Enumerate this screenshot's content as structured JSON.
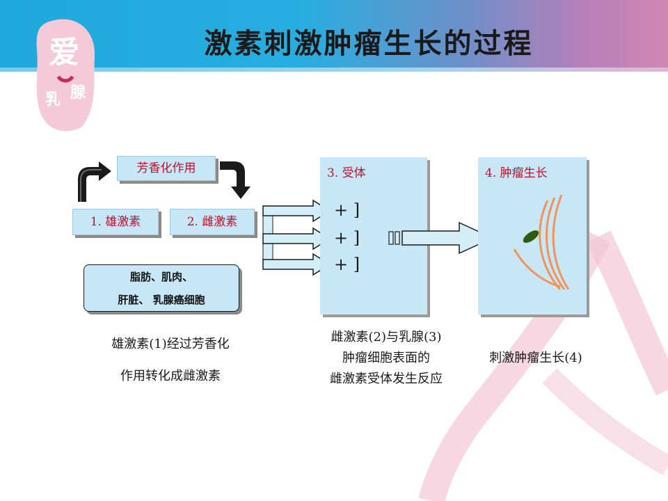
{
  "slide": {
    "title": "激素刺激肿瘤生长的过程",
    "logo": {
      "text_top": "爱",
      "text_bottom_left": "乳",
      "text_bottom_right": "腺"
    }
  },
  "diagram": {
    "process_label": "芳香化作用",
    "step1": "1. 雄激素",
    "step2": "2. 雌激素",
    "organs_line1": "脂肪、肌肉、",
    "organs_line2": "肝脏、 乳腺癌细胞",
    "receptor_title": "3. 受体",
    "receptor_symbols": [
      "+ ]",
      "+ ]",
      "+ ]"
    ],
    "tumor_title": "4. 肿瘤生长"
  },
  "captions": {
    "left_line1": "雄激素(1)经过芳香化",
    "left_line2": "作用转化成雌激素",
    "middle_line1": "雌激素(2)与乳腺(3)",
    "middle_line2": "肿瘤细胞表面的",
    "middle_line3": "雌激素受体发生反应",
    "right_line1": "刺激肿瘤生长(4)"
  },
  "colors": {
    "accent_red": "#c0102a",
    "box_fill": "#c7e7f7",
    "arrow_fill": "#d4eef8",
    "tumor_green": "#2f5a14",
    "tissue_orange": "#f0935a",
    "ribbon_pink": "#f2c6d6"
  }
}
